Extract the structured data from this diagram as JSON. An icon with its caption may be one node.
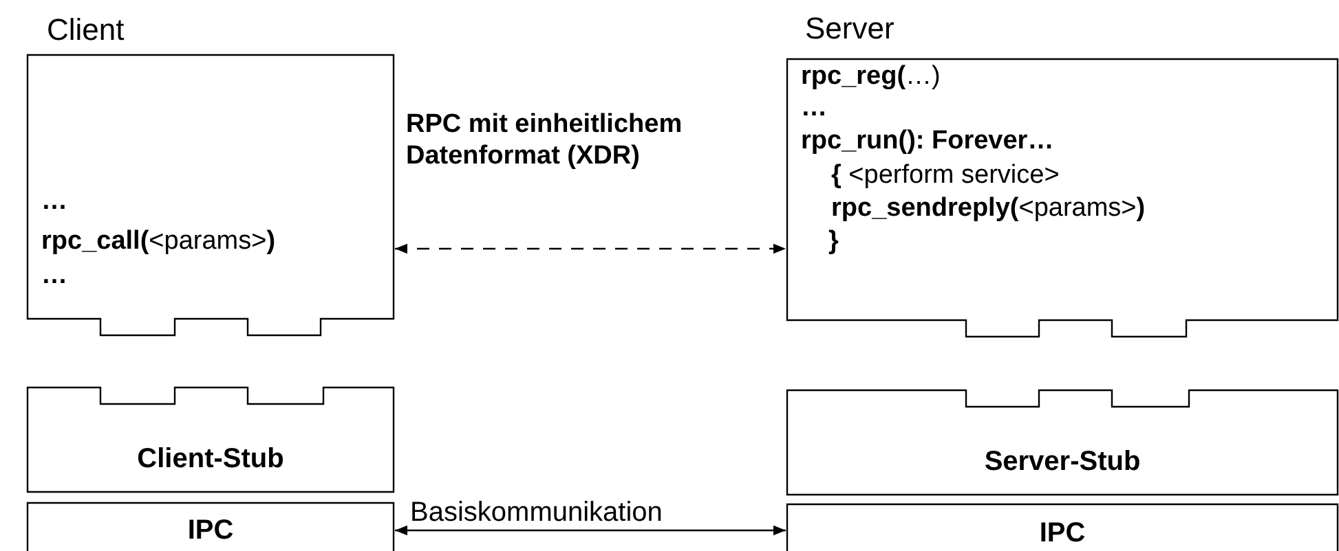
{
  "diagram": {
    "nodes": [
      {
        "text": [
          "Client",
          "…",
          "**rpc_call(**<params>**)**",
          "…"
        ]
      },
      {
        "text": [
          "Server",
          "**rpc_reg(**…)",
          "…",
          "rpc_run(): Forever…",
          "**{** <perform service>",
          "**rpc_sendreply(**<params>**)**",
          "}"
        ]
      },
      {
        "text": [
          "Client-Stub"
        ]
      },
      {
        "text": [
          "IPC"
        ]
      },
      {
        "text": [
          "Server-Stub"
        ]
      },
      {
        "text": [
          "IPC"
        ]
      }
    ],
    "edges": [
      {
        "from": 0,
        "to": 1,
        "arrow": "both",
        "style": "dashed",
        "label": "RPC mit einheitlichem Datenformat (XDR)"
      },
      {
        "from": 3,
        "to": 5,
        "arrow": "both",
        "label": "Basiskommunikation"
      }
    ]
  }
}
